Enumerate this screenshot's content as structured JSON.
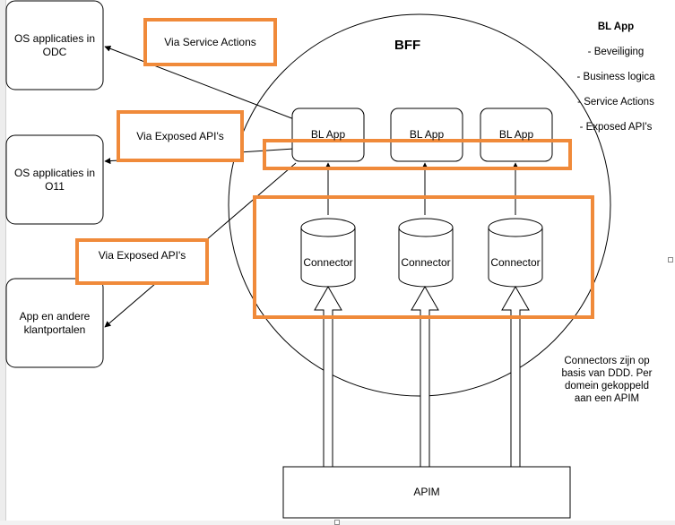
{
  "diagram": {
    "circle_title": "BFF",
    "bl_apps": [
      "BL App",
      "BL App",
      "BL App"
    ],
    "connectors": [
      "Connector",
      "Connector",
      "Connector"
    ],
    "apim": "APIM",
    "targets": {
      "odc": "OS applicaties in\nODC",
      "o11": "OS applicaties in\nO11",
      "portals": "App en andere\nklantportalen"
    },
    "via_labels": {
      "service_actions": "Via Service Actions",
      "exposed_apis_1": "Via Exposed API's",
      "exposed_apis_2": "Via Exposed API's"
    },
    "bl_note": {
      "title": "BL App",
      "items": [
        "- Beveiliging",
        "- Business logica",
        "- Service Actions",
        "- Exposed API's"
      ]
    },
    "connector_note": "Connectors zijn op\nbasis van DDD. Per\ndomein gekoppeld\naan een APIM",
    "colors": {
      "highlight": "#f08a3a",
      "stroke": "#000000",
      "fill": "#ffffff",
      "gutter": "#ededed"
    }
  }
}
